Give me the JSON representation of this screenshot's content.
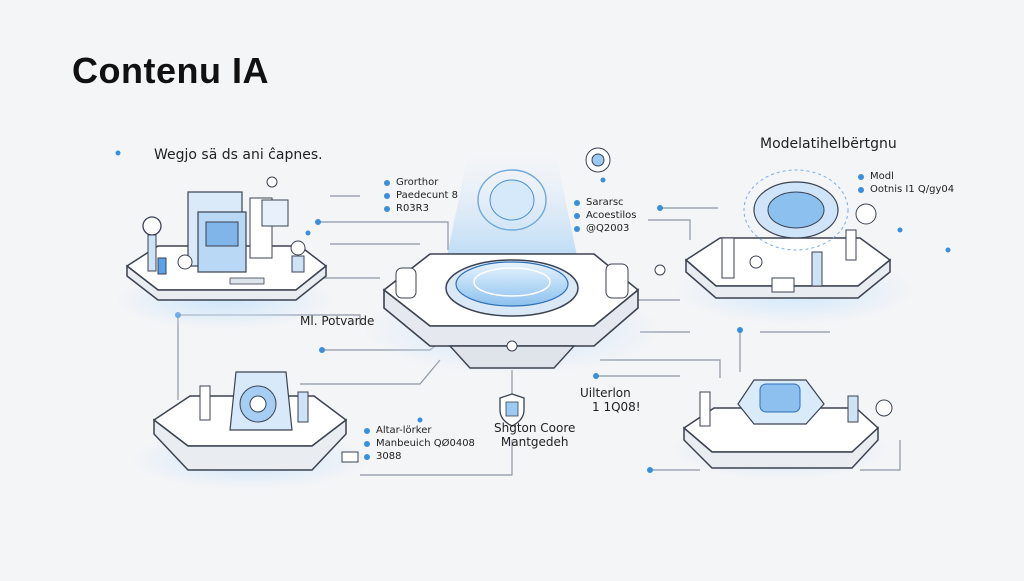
{
  "title": "Contenu IA",
  "colors": {
    "accent": "#3a8ee0",
    "line": "#8c97a6",
    "platform": "#ffffff",
    "edge": "#3b4250",
    "glow": "#bcdcf8"
  },
  "labels": {
    "top_left_heading": "Wegjo sä ds ani ĉapnes.",
    "top_right_heading": "Modelatihelbërtgnu",
    "center_left_tag": "Ml. Potvarde",
    "bottom_center_caption": [
      "Shgton Coore",
      "Mantgedeh"
    ],
    "right_mid_caption": [
      "Uilterlon",
      "1 1Q08!"
    ]
  },
  "lists": {
    "center_left": [
      "Grorthor",
      "Paedecunt 8",
      "R03R3"
    ],
    "center_right": [
      "Sararsc",
      "Acoestilos",
      "@Q2003"
    ],
    "right_top": [
      "Modl",
      "Ootnis I1 Q/gy04"
    ],
    "bottom_left": [
      "Altar-lörker",
      "Manbeuich QØ0408",
      "3088"
    ]
  }
}
